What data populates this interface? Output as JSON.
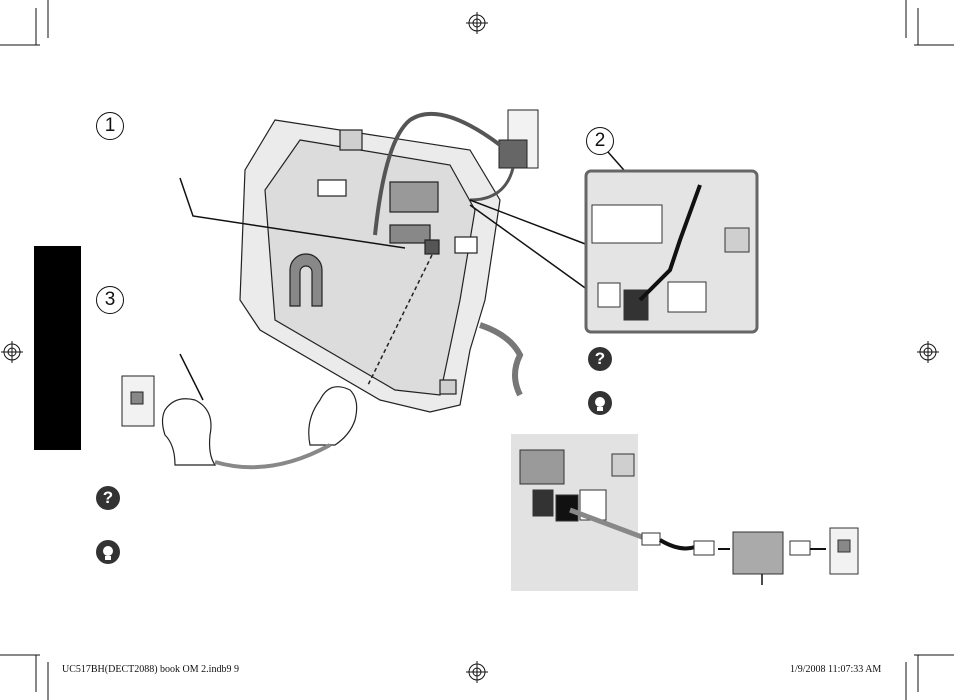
{
  "steps": {
    "step1": "1",
    "step2": "2",
    "step3": "3"
  },
  "icons": {
    "question": "?",
    "question_names": [
      "question-icon"
    ],
    "tip_names": [
      "lightbulb-icon"
    ]
  },
  "footer": {
    "left": "UC517BH(DECT2088) book OM 2.indb9   9",
    "right": "1/9/2008   11:07:33 AM"
  },
  "colors": {
    "tab": "#000000",
    "line": "#222222",
    "panel_gray": "#d9d9d9"
  }
}
